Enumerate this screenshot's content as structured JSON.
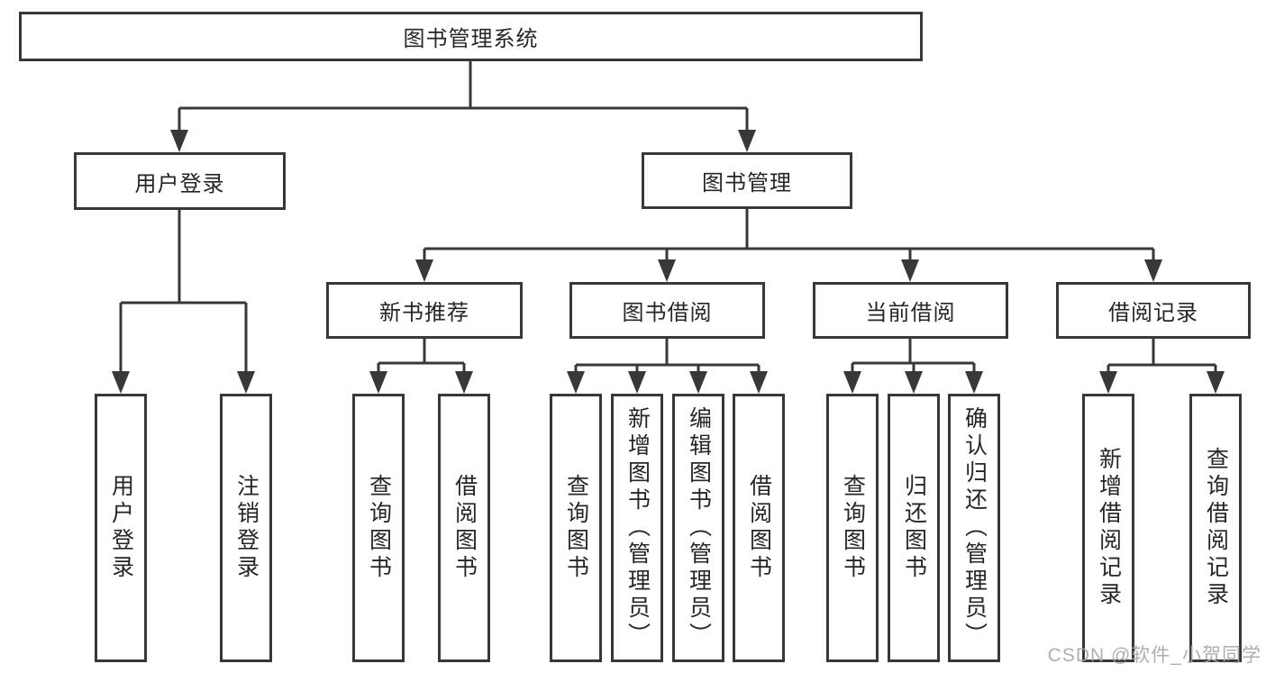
{
  "diagram": {
    "type": "tree-structure-chart",
    "colors": {
      "background": "#ffffff",
      "line": "#383838",
      "box_border": "#383838",
      "text": "#262626",
      "watermark": "#a5a5a5"
    },
    "watermark": "CSDN @软件_小贺同学"
  },
  "nodes": {
    "root": "图书管理系统",
    "user_login": "用户登录",
    "book_management": "图书管理",
    "new_book_recommend": "新书推荐",
    "book_borrowing": "图书借阅",
    "current_borrowing": "当前借阅",
    "borrowing_records": "借阅记录"
  },
  "leaves": {
    "user_login_leaf": "用户登录",
    "logout_leaf": "注销登录",
    "query_books_recommend": "查询图书",
    "borrow_books_recommend": "借阅图书",
    "query_books_borrowing": "查询图书",
    "add_books_admin": "新增图书（管理员）",
    "edit_books_admin": "编辑图书（管理员）",
    "borrow_books_borrowing": "借阅图书",
    "query_books_current": "查询图书",
    "return_books": "归还图书",
    "confirm_return_admin": "确认归还（管理员）",
    "add_borrowing_record": "新增借阅记录",
    "query_borrowing_record": "查询借阅记录"
  },
  "hierarchy": {
    "图书管理系统": {
      "用户登录": [
        "用户登录",
        "注销登录"
      ],
      "图书管理": {
        "新书推荐": [
          "查询图书",
          "借阅图书"
        ],
        "图书借阅": [
          "查询图书",
          "新增图书（管理员）",
          "编辑图书（管理员）",
          "借阅图书"
        ],
        "当前借阅": [
          "查询图书",
          "归还图书",
          "确认归还（管理员）"
        ],
        "借阅记录": [
          "新增借阅记录",
          "查询借阅记录"
        ]
      }
    }
  }
}
